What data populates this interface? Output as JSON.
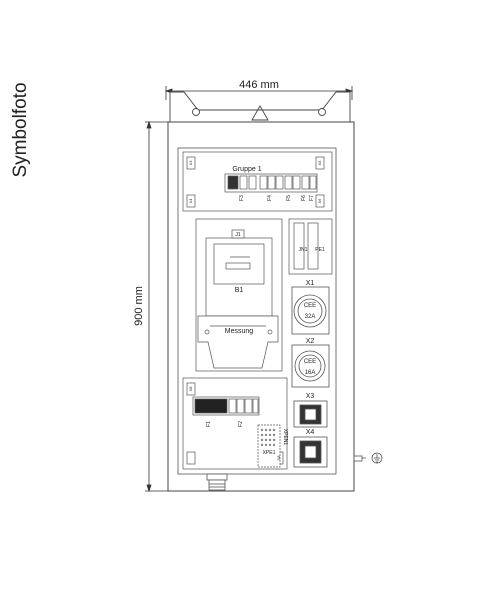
{
  "side_label": "Symbolfoto",
  "dims": {
    "width": "446 mm",
    "height": "900 mm"
  },
  "top_panel": {
    "group": "Gruppe 1",
    "fuses": [
      "F3",
      "F4",
      "F5",
      "F6",
      "F7"
    ]
  },
  "meter": {
    "top_tag": "J1",
    "name": "B1",
    "cover": "Messung"
  },
  "small_module": {
    "left": "JN1",
    "right": "PE1"
  },
  "sockets": [
    {
      "id": "X1",
      "type": "CEE",
      "rating": "32A"
    },
    {
      "id": "X2",
      "type": "CEE",
      "rating": "16A"
    },
    {
      "id": "X3"
    },
    {
      "id": "X4"
    }
  ],
  "bottom_panel": {
    "fuses": [
      "F1",
      "F2"
    ],
    "terminals": [
      "XPE1",
      "XPEN1"
    ],
    "side_tags": [
      "X8",
      "X8"
    ]
  },
  "small_tags": [
    "X3",
    "X4",
    "X5",
    "X6"
  ]
}
